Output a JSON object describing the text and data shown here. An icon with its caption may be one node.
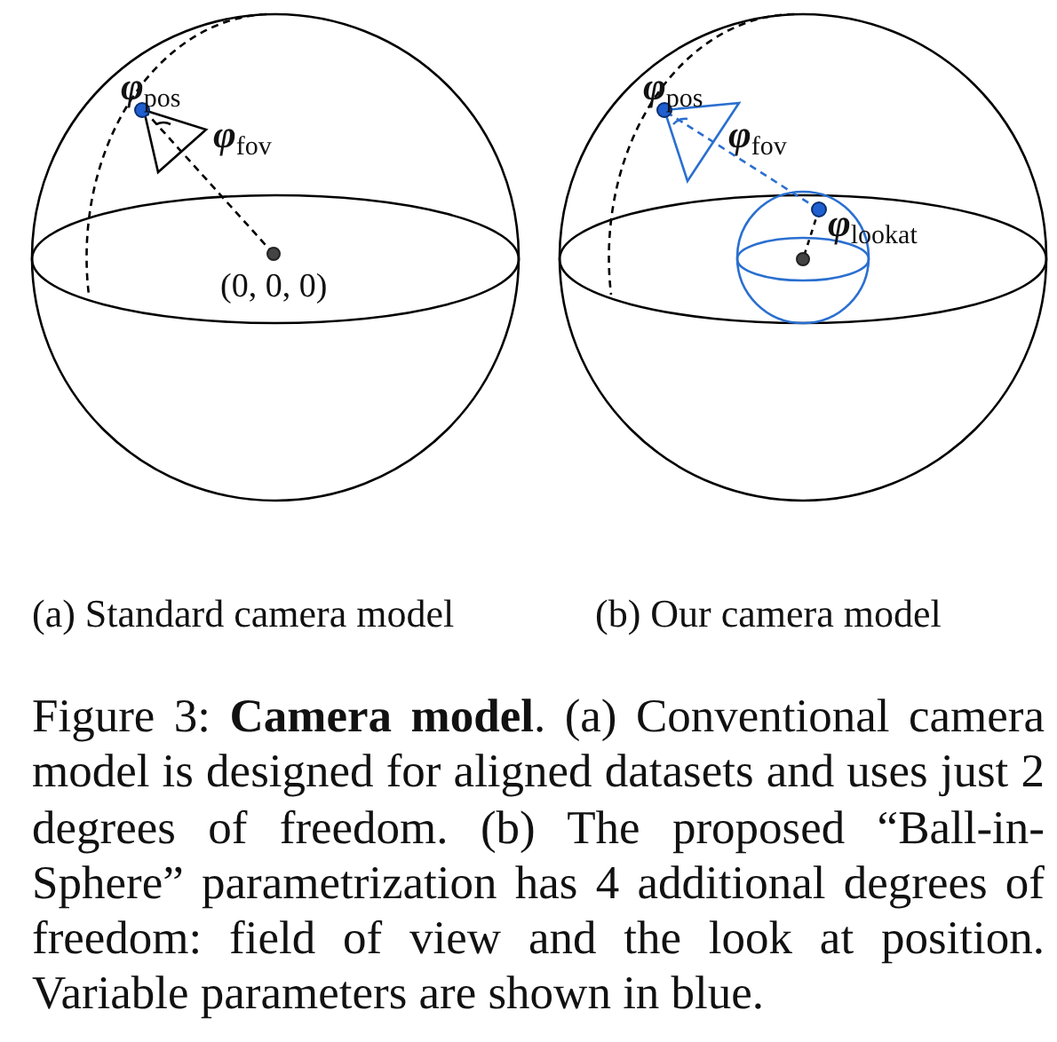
{
  "diagram": {
    "caption": "Figure 3: **Camera model**. (a) Conventional camera model is designed for aligned datasets and uses just 2 degrees of freedom. (b) The proposed “Ball-in-Sphere” parametrization has 4 additional degrees of freedom: field of view and the look at position. Variable parameters are shown in blue.",
    "labels": [
      "φ$_{pos}$",
      "φ$_{fov}$",
      "(0, 0, 0)",
      "φ$_{pos}$",
      "φ$_{fov}$",
      "φ$_{lookat}$",
      "(a) Standard camera model",
      "(b) Our camera model"
    ]
  }
}
